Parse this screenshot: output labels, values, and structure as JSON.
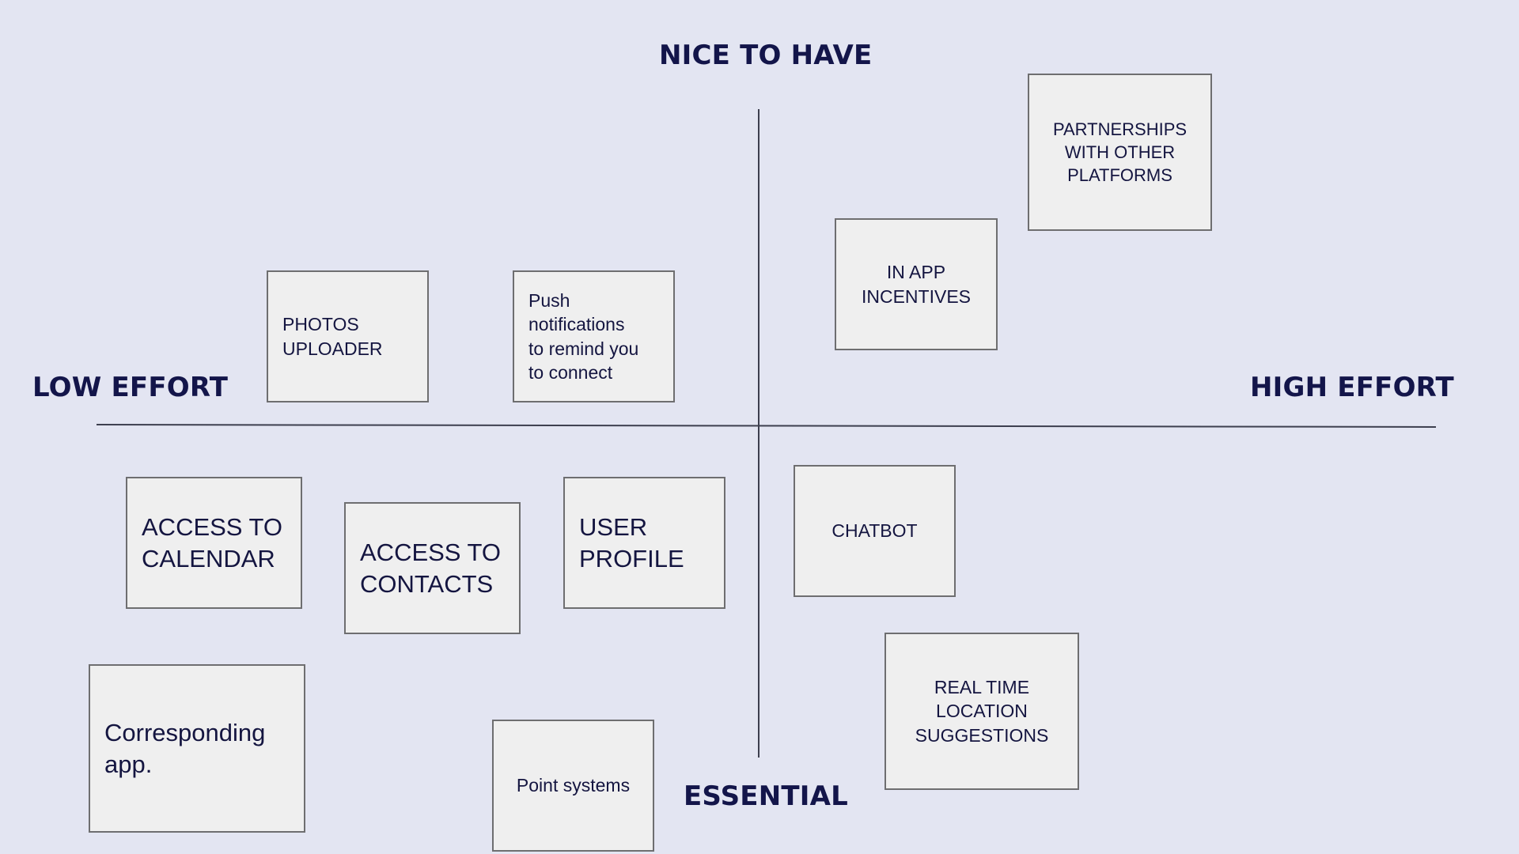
{
  "axes": {
    "top": "NICE TO HAVE",
    "bottom": "ESSENTIAL",
    "left": "LOW EFFORT",
    "right": "HIGH EFFORT"
  },
  "notes": {
    "partnerships": "PARTNERSHIPS\nWITH OTHER\nPLATFORMS",
    "in_app_incentives": "IN APP\nINCENTIVES",
    "photos_uploader": "PHOTOS\nUPLOADER",
    "push_notifications": "Push\nnotifications\nto remind you\nto connect",
    "access_calendar": "ACCESS TO\nCALENDAR",
    "access_contacts": "ACCESS TO\nCONTACTS",
    "user_profile": "USER\nPROFILE",
    "chatbot": "CHATBOT",
    "real_time_location": "REAL TIME\nLOCATION\nSUGGESTIONS",
    "corresponding_app": "Corresponding\napp.",
    "point_systems": "Point systems"
  }
}
